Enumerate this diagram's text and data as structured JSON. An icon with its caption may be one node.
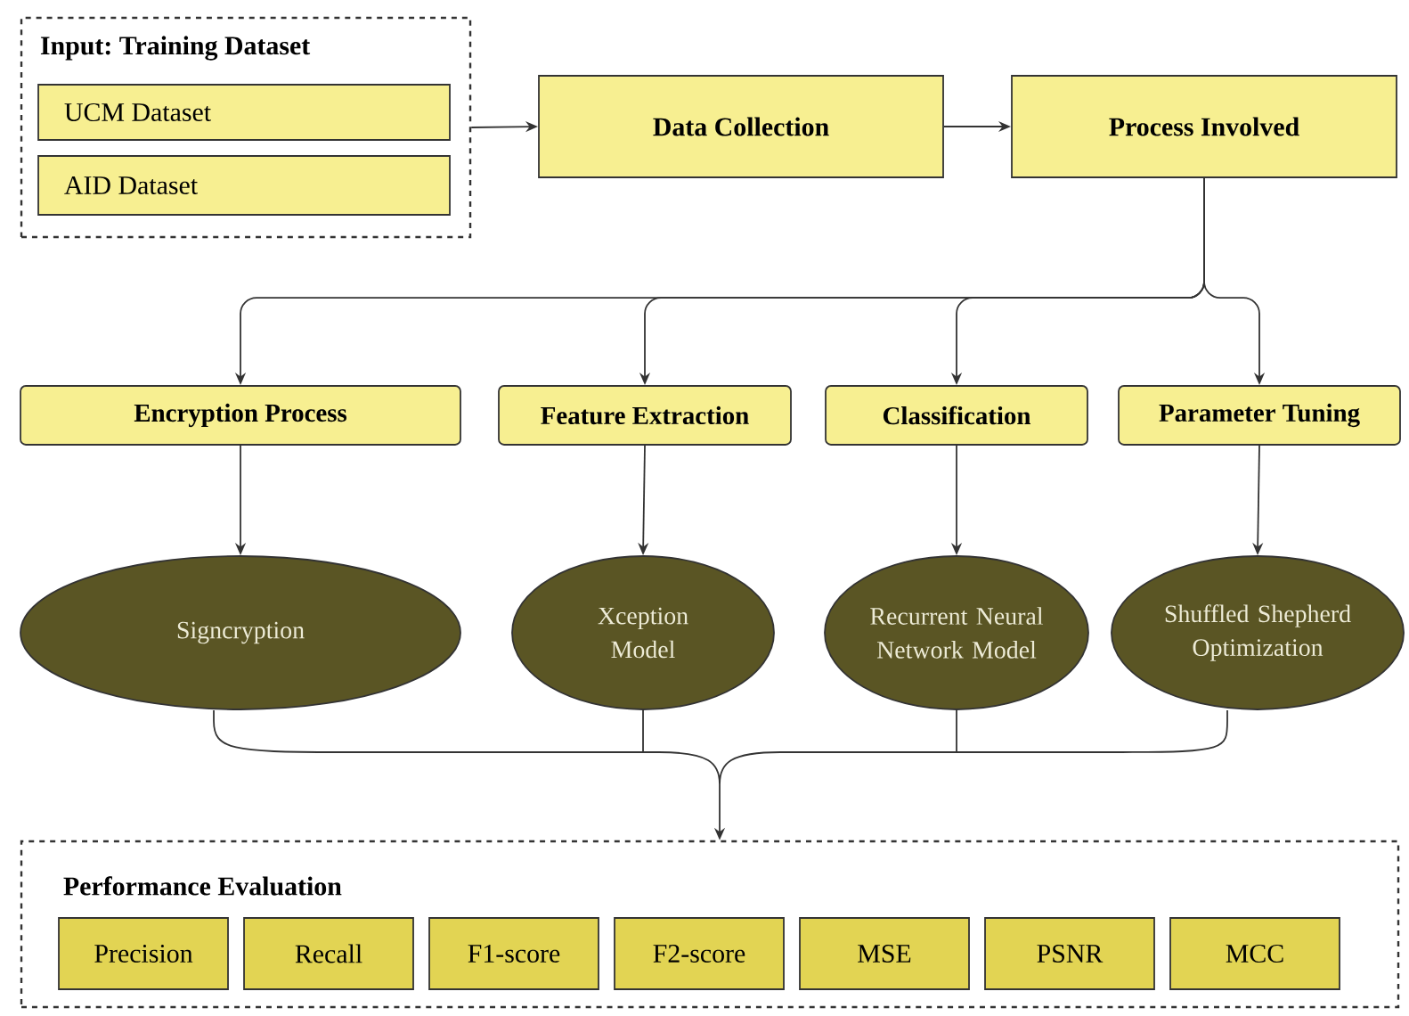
{
  "diagram": {
    "nodes": [
      {
        "text": [
          "Input: Training Dataset"
        ]
      },
      {
        "text": [
          "UCM Dataset"
        ],
        "in": 0
      },
      {
        "text": [
          "AID Dataset"
        ],
        "in": 0
      },
      {
        "text": [
          "Data Collection"
        ]
      },
      {
        "text": [
          "Process Involved"
        ]
      },
      {
        "text": [
          "Encryption Process"
        ]
      },
      {
        "text": [
          "Feature Extraction"
        ]
      },
      {
        "text": [
          "Classification"
        ]
      },
      {
        "text": [
          "Parameter Tuning"
        ]
      },
      {
        "text": [
          "Signcryption"
        ]
      },
      {
        "text": [
          "Xception Model"
        ]
      },
      {
        "text": [
          "Recurrent Neural Network Model"
        ]
      },
      {
        "text": [
          "Shuffled Shepherd Optimization"
        ]
      },
      {
        "text": [
          "Performance Evaluation"
        ]
      },
      {
        "text": [
          "Precision"
        ],
        "in": 13
      },
      {
        "text": [
          "Recall"
        ],
        "in": 13
      },
      {
        "text": [
          "F1-score"
        ],
        "in": 13
      },
      {
        "text": [
          "F2-score"
        ],
        "in": 13
      },
      {
        "text": [
          "MSE"
        ],
        "in": 13
      },
      {
        "text": [
          "PSNR"
        ],
        "in": 13
      },
      {
        "text": [
          "MCC"
        ],
        "in": 13
      }
    ],
    "edges": [
      {
        "from": 0,
        "to": 3,
        "arrow": "to"
      },
      {
        "from": 3,
        "to": 4,
        "arrow": "to"
      },
      {
        "from": 4,
        "to": 5,
        "arrow": "to"
      },
      {
        "from": 4,
        "to": 6,
        "arrow": "to"
      },
      {
        "from": 4,
        "to": 7,
        "arrow": "to"
      },
      {
        "from": 4,
        "to": 8,
        "arrow": "to"
      },
      {
        "from": 5,
        "to": 9,
        "arrow": "to"
      },
      {
        "from": 6,
        "to": 10,
        "arrow": "to"
      },
      {
        "from": 7,
        "to": 11,
        "arrow": "to"
      },
      {
        "from": 8,
        "to": 12,
        "arrow": "to"
      },
      {
        "from": 9,
        "to": 13,
        "arrow": "to"
      },
      {
        "from": 10,
        "to": 13,
        "arrow": "to"
      },
      {
        "from": 11,
        "to": 13,
        "arrow": "to"
      },
      {
        "from": 12,
        "to": 13,
        "arrow": "to"
      }
    ]
  }
}
